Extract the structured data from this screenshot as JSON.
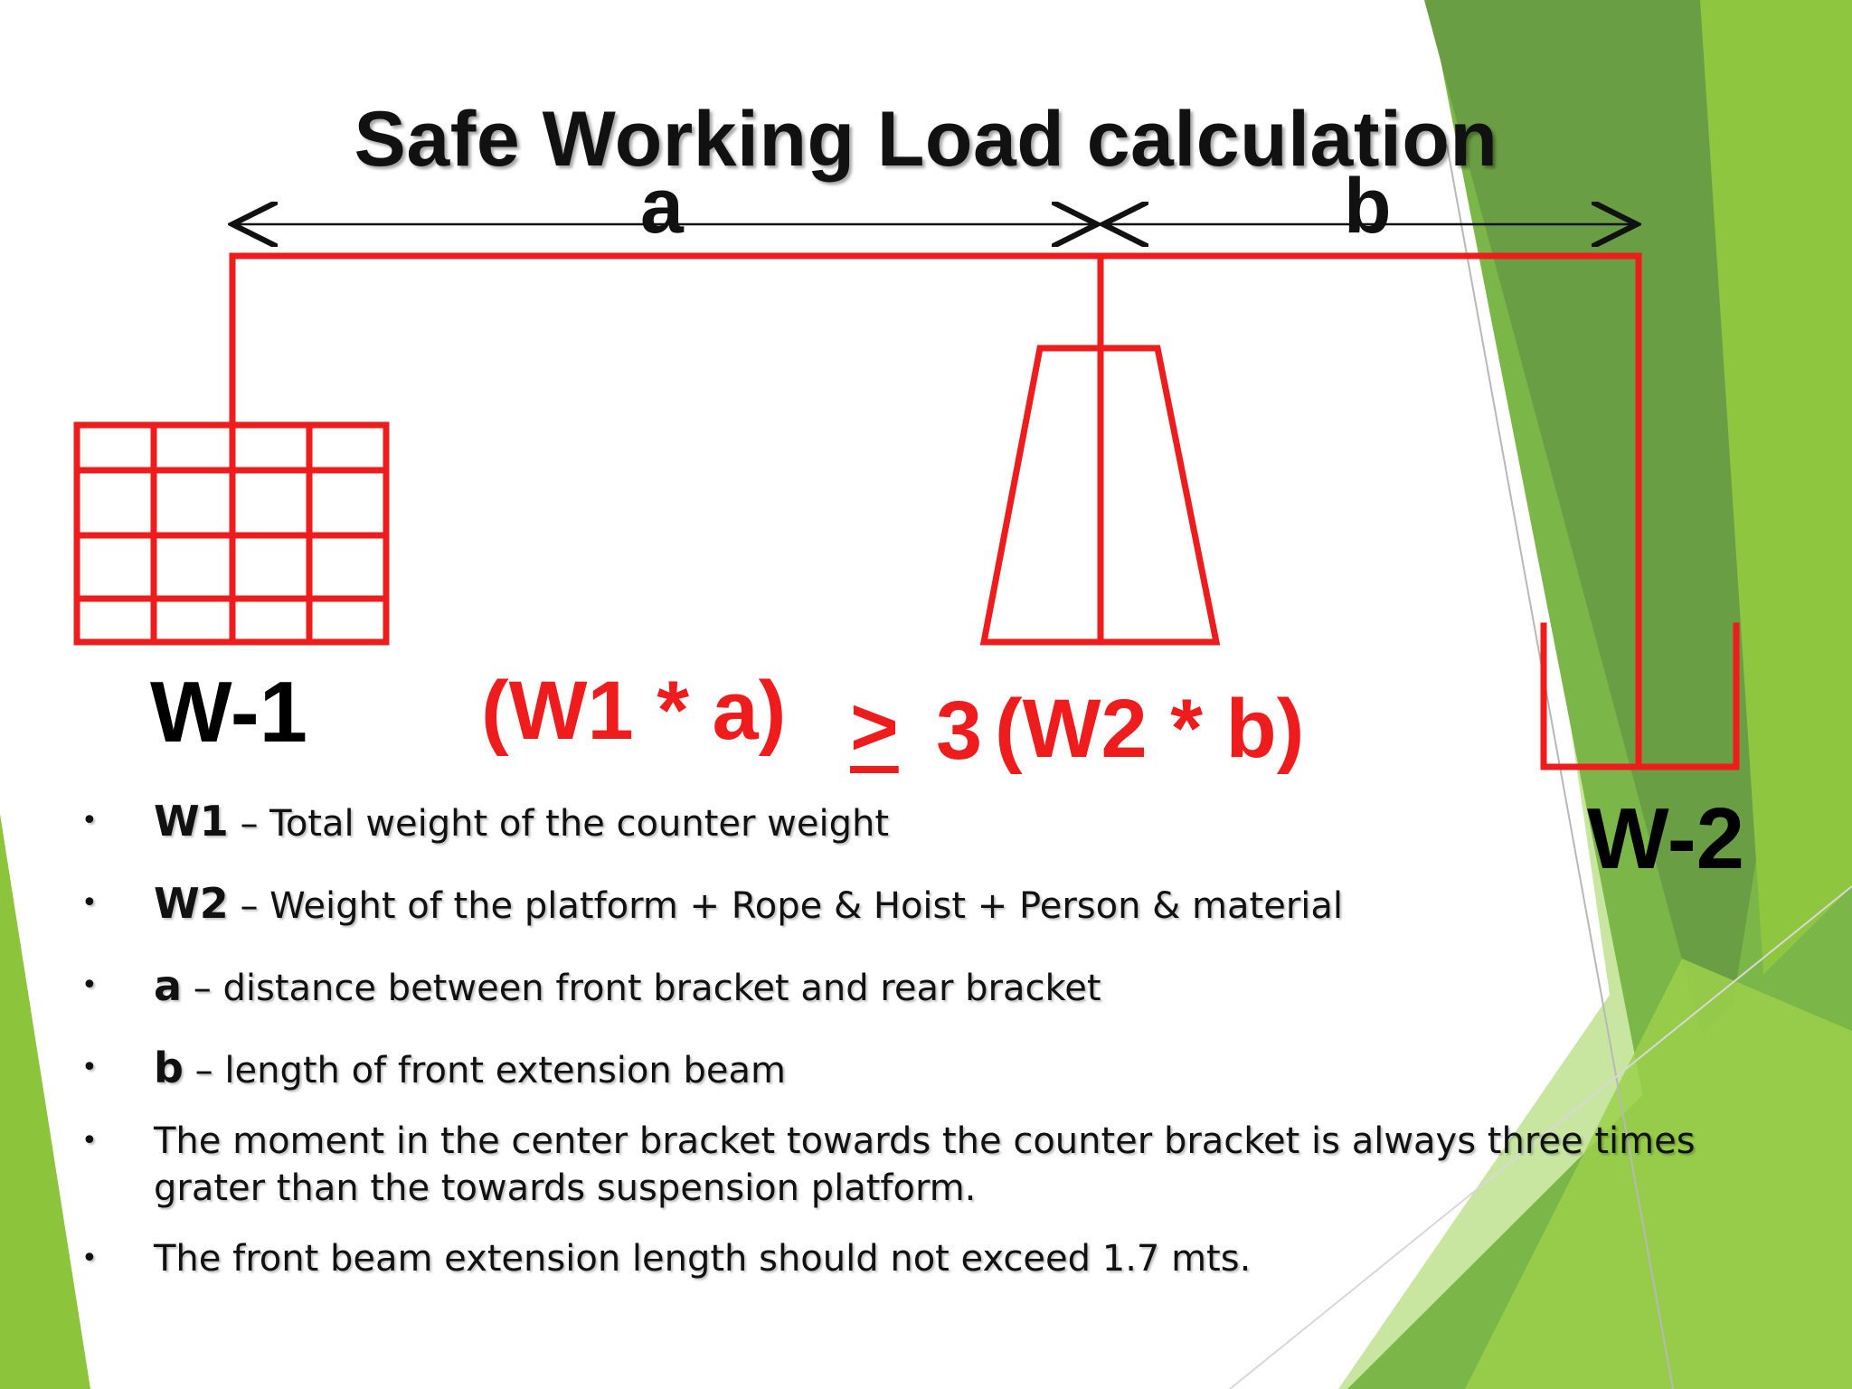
{
  "title": "Safe Working Load calculation",
  "dimensions": {
    "a": "a",
    "b": "b"
  },
  "labels": {
    "w1": "W-1",
    "w2": "W-2"
  },
  "formula": {
    "left": "(W1 * a)",
    "operator": ">",
    "factor": "3",
    "right": "(W2 * b)"
  },
  "notes": [
    {
      "bullet": "•",
      "term": "W1",
      "text": " – Total weight of the counter weight"
    },
    {
      "bullet": "•",
      "term": "W2",
      "text": " – Weight of the platform + Rope & Hoist  + Person & material"
    },
    {
      "bullet": "•",
      "term": "a",
      "text": " – distance between front bracket and rear bracket"
    },
    {
      "bullet": "•",
      "term": "b",
      "text": " – length of front extension beam"
    },
    {
      "bullet": "•",
      "term": "",
      "text": "The moment  in the center bracket towards the counter bracket is always three times grater than the towards suspension platform."
    },
    {
      "bullet": "•",
      "term": "",
      "text": "The front beam extension length should not exceed 1.7 mts."
    }
  ],
  "colors": {
    "diagram_red": "#ee1c1c",
    "green_light": "#9bd04a",
    "green_mid": "#7ab648",
    "green_dark": "#5a9a32",
    "green_shadow": "#4f8a2c"
  }
}
